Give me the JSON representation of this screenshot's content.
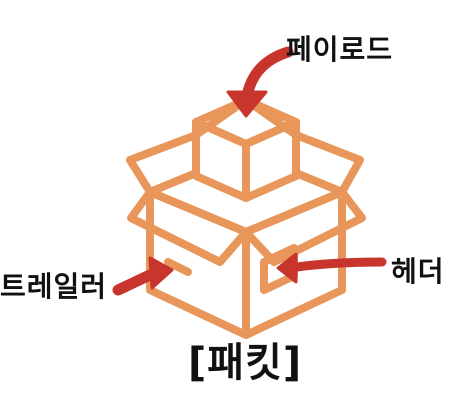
{
  "labels": {
    "payload": "페이로드",
    "trailer": "트레일러",
    "header": "헤더",
    "packet": "[패킷]"
  },
  "colors": {
    "box_stroke": "#E8965A",
    "arrow": "#C8352D",
    "text": "#111111",
    "background": "#FFFFFF"
  }
}
